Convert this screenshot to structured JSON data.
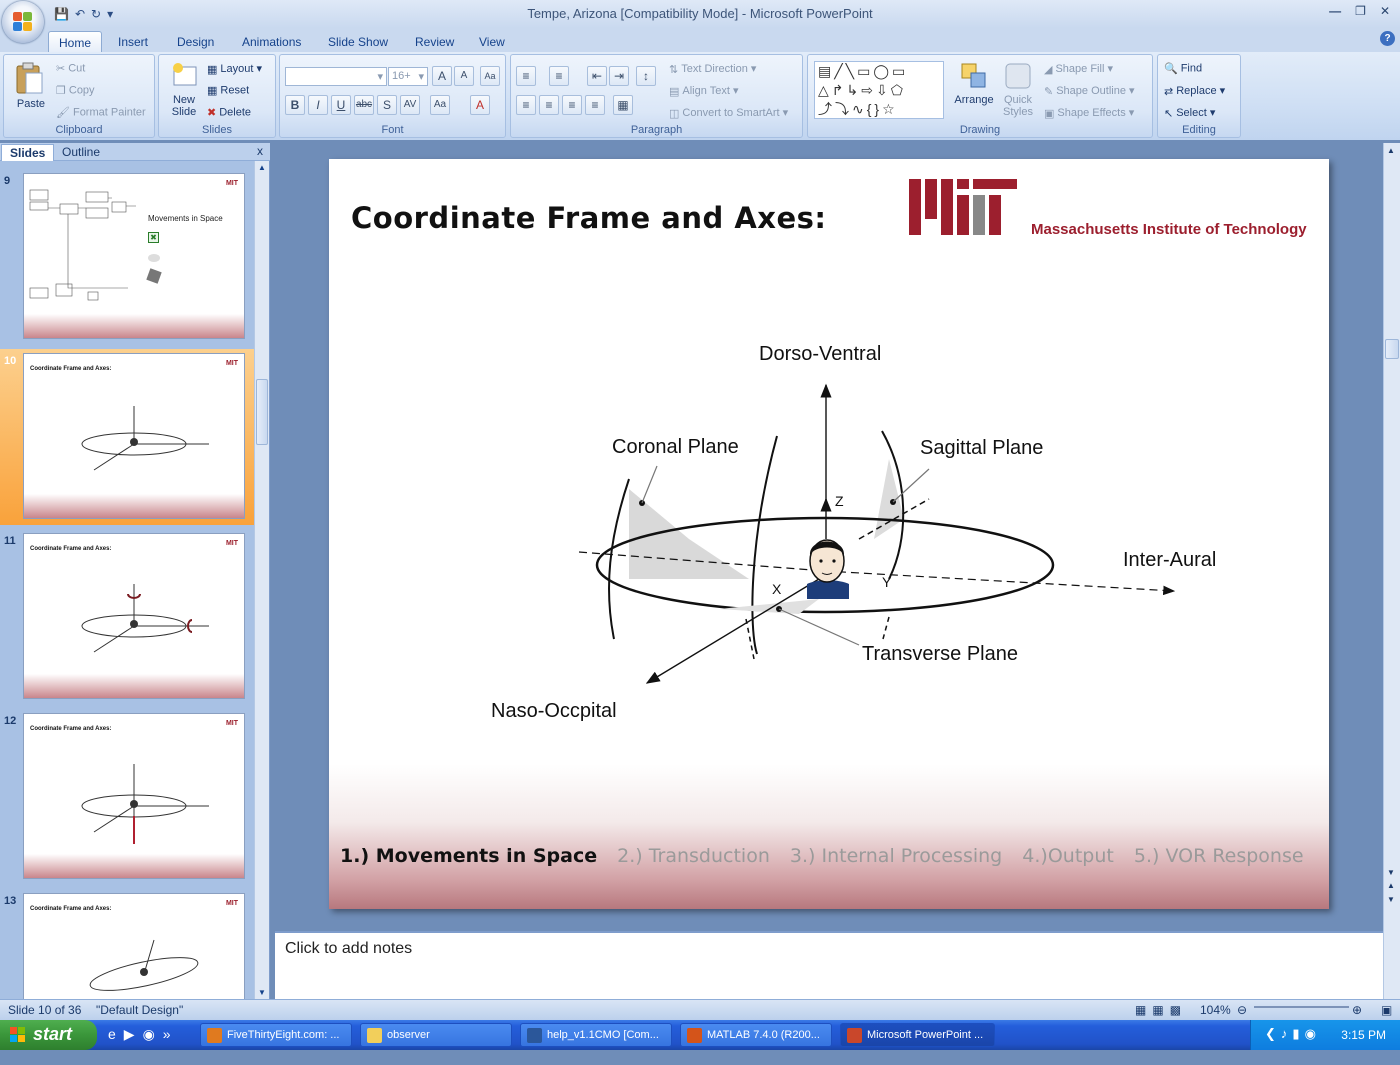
{
  "window": {
    "title": "Tempe, Arizona [Compatibility Mode] - Microsoft PowerPoint"
  },
  "ribbon_tabs": [
    "Home",
    "Insert",
    "Design",
    "Animations",
    "Slide Show",
    "Review",
    "View"
  ],
  "ribbon": {
    "clipboard": {
      "label": "Clipboard",
      "paste": "Paste",
      "cut": "Cut",
      "copy": "Copy",
      "format_painter": "Format Painter"
    },
    "slides": {
      "label": "Slides",
      "new_slide": "New Slide",
      "layout": "Layout",
      "reset": "Reset",
      "delete": "Delete"
    },
    "font": {
      "label": "Font",
      "size": "16+"
    },
    "paragraph": {
      "label": "Paragraph",
      "text_direction": "Text Direction",
      "align_text": "Align Text",
      "convert_smartart": "Convert to SmartArt"
    },
    "drawing": {
      "label": "Drawing",
      "arrange": "Arrange",
      "quick_styles": "Quick Styles",
      "shape_fill": "Shape Fill",
      "shape_outline": "Shape Outline",
      "shape_effects": "Shape Effects"
    },
    "editing": {
      "label": "Editing",
      "find": "Find",
      "replace": "Replace",
      "select": "Select"
    }
  },
  "pane": {
    "tabs": [
      "Slides",
      "Outline"
    ],
    "close": "x"
  },
  "thumbnails": [
    {
      "num": "9",
      "title": "Movements in Space"
    },
    {
      "num": "10",
      "title": "Coordinate Frame and Axes:"
    },
    {
      "num": "11",
      "title": "Coordinate Frame and Axes:"
    },
    {
      "num": "12",
      "title": "Coordinate Frame and Axes:"
    },
    {
      "num": "13",
      "title": "Coordinate Frame and Axes:"
    }
  ],
  "slide": {
    "title": "Coordinate Frame and Axes:",
    "institution": "Massachusetts Institute of Technology",
    "labels": {
      "dorso_ventral": "Dorso-Ventral",
      "coronal": "Coronal Plane",
      "sagittal": "Sagittal Plane",
      "inter_aural": "Inter-Aural",
      "transverse": "Transverse Plane",
      "naso_occipital": "Naso-Occpital",
      "z": "Z",
      "y": "Y",
      "x": "X"
    },
    "nav": [
      "1.) Movements in Space",
      "2.) Transduction",
      "3.) Internal Processing",
      "4.)Output",
      "5.) VOR Response"
    ]
  },
  "notes_placeholder": "Click to add notes",
  "status": {
    "slide": "Slide 10 of 36",
    "theme": "\"Default Design\"",
    "zoom": "104%"
  },
  "taskbar": {
    "start": "start",
    "tasks": [
      "FiveThirtyEight.com: ...",
      "observer",
      "help_v1.1CMO [Com...",
      "MATLAB  7.4.0 (R200...",
      "Microsoft PowerPoint ..."
    ],
    "clock": "3:15 PM"
  },
  "colors": {
    "mit_red": "#9c1f2e",
    "ribbon": "#dbe7f7",
    "selected_thumb": "#f9a23b"
  }
}
